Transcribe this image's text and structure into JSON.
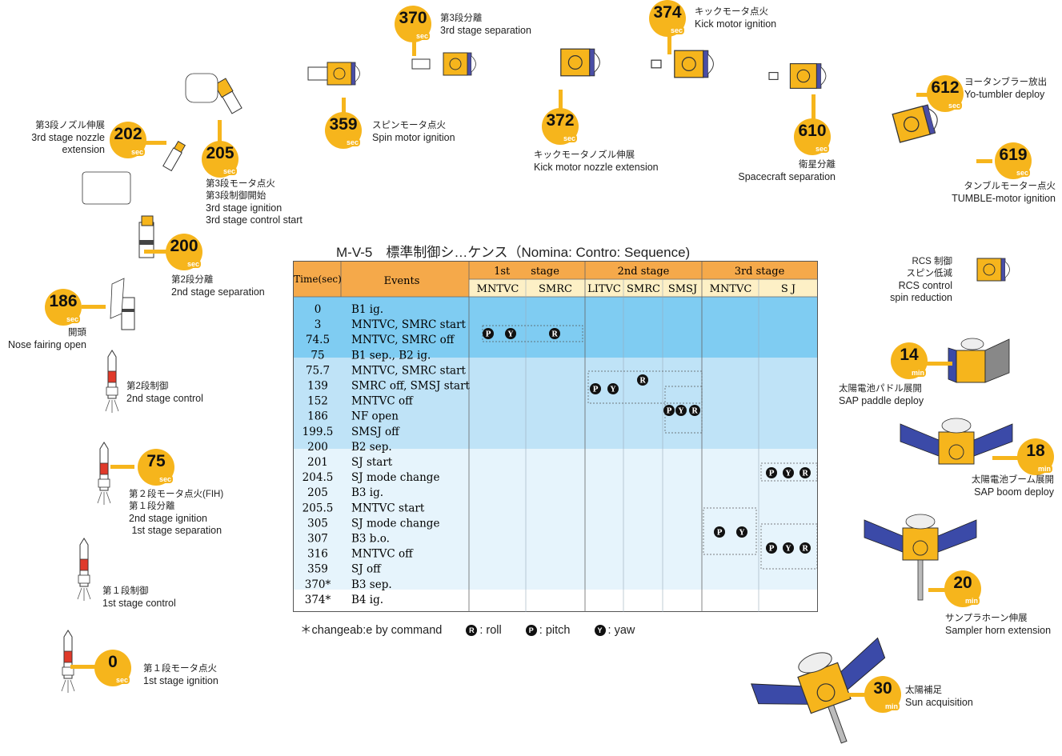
{
  "sequence_title": "M-V-5　標準制御シ…ケンス（Nomina: Contro: Sequence)",
  "table": {
    "col_time": "Time(sec)",
    "col_events": "Events",
    "stage1": "1st　　stage",
    "stage2": "2nd stage",
    "stage3": "3rd stage",
    "sub": [
      "MNTVC",
      "SMRC",
      "LITVC",
      "SMRC",
      "SMSJ",
      "MNTVC",
      "S J"
    ],
    "rows": [
      {
        "t": "0",
        "e": "B1 ig."
      },
      {
        "t": "3",
        "e": "MNTVC, SMRC start"
      },
      {
        "t": "74.5",
        "e": "MNTVC, SMRC off"
      },
      {
        "t": "75",
        "e": "B1 sep., B2 ig."
      },
      {
        "t": "75.7",
        "e": "MNTVC, SMRC start"
      },
      {
        "t": "139",
        "e": "SMRC off, SMSJ start"
      },
      {
        "t": "152",
        "e": "MNTVC off"
      },
      {
        "t": "186",
        "e": "NF open"
      },
      {
        "t": "199.5",
        "e": "SMSJ off"
      },
      {
        "t": "200",
        "e": "B2 sep."
      },
      {
        "t": "201",
        "e": "SJ start"
      },
      {
        "t": "204.5",
        "e": "SJ mode change"
      },
      {
        "t": "205",
        "e": "B3 ig."
      },
      {
        "t": "205.5",
        "e": "MNTVC start"
      },
      {
        "t": "305",
        "e": "SJ mode change"
      },
      {
        "t": "307",
        "e": "B3 b.o."
      },
      {
        "t": "316",
        "e": "MNTVC off"
      },
      {
        "t": "359",
        "e": "SJ off"
      },
      {
        "t": "370*",
        "e": "B3 sep."
      },
      {
        "t": "374*",
        "e": "B4 ig."
      }
    ],
    "sym": {
      "p": "P",
      "y": "Y",
      "r": "R"
    }
  },
  "legend": {
    "note": "＊changeab:e by command",
    "roll": ": roll",
    "pitch": ": pitch",
    "yaw": ": yaw"
  },
  "events": [
    {
      "id": "e0",
      "num": "0",
      "unit": "sec",
      "jp": "第１段モータ点火",
      "en": "1st stage ignition"
    },
    {
      "id": "e1c",
      "jp": "第１段制御",
      "en": "1st stage control"
    },
    {
      "id": "e75",
      "num": "75",
      "unit": "sec",
      "jp": "第２段モータ点火(FIH)\n第１段分離",
      "en": "2nd stage ignition\n 1st stage separation"
    },
    {
      "id": "e2c",
      "jp": "第2段制御",
      "en": "2nd stage control"
    },
    {
      "id": "e186",
      "num": "186",
      "unit": "sec",
      "jp": "開頭",
      "en": "Nose fairing open"
    },
    {
      "id": "e200",
      "num": "200",
      "unit": "sec",
      "jp": "第2段分離",
      "en": "2nd stage separation"
    },
    {
      "id": "e202",
      "num": "202",
      "unit": "sec",
      "jp": "第3段ノズル伸展",
      "en": "3rd stage nozzle\nextension"
    },
    {
      "id": "e205",
      "num": "205",
      "unit": "sec",
      "jp": "第3段モータ点火\n第3段制御開始",
      "en": "3rd stage ignition\n3rd stage control start"
    },
    {
      "id": "e359",
      "num": "359",
      "unit": "sec",
      "jp": "スピンモータ点火",
      "en": "Spin motor ignition"
    },
    {
      "id": "e370",
      "num": "370",
      "unit": "sec",
      "jp": "第3段分離",
      "en": "3rd stage separation"
    },
    {
      "id": "e372",
      "num": "372",
      "unit": "sec",
      "jp": "キックモータノズル伸展",
      "en": "Kick motor nozzle extension"
    },
    {
      "id": "e374",
      "num": "374",
      "unit": "sec",
      "jp": "キックモータ点火",
      "en": "Kick motor ignition"
    },
    {
      "id": "e610",
      "num": "610",
      "unit": "sec",
      "jp": "衛星分離",
      "en": "Spacecraft separation"
    },
    {
      "id": "e612",
      "num": "612",
      "unit": "sec",
      "jp": "ヨータンブラー放出",
      "en": "Yo-tumbler deploy"
    },
    {
      "id": "e619",
      "num": "619",
      "unit": "sec",
      "jp": "タンブルモーター点火",
      "en": "TUMBLE-motor ignition"
    },
    {
      "id": "ercs",
      "jp": "RCS 制御\nスピン低減",
      "en": "RCS control\nspin reduction"
    },
    {
      "id": "e14",
      "num": "14",
      "unit": "min",
      "jp": "太陽電池パドル展開",
      "en": "SAP paddle deploy"
    },
    {
      "id": "e18",
      "num": "18",
      "unit": "min",
      "jp": "太陽電池ブーム展開",
      "en": "SAP boom deploy"
    },
    {
      "id": "e20",
      "num": "20",
      "unit": "min",
      "jp": "サンプラホーン伸展",
      "en": "Sampler horn extension"
    },
    {
      "id": "e30",
      "num": "30",
      "unit": "min",
      "jp": "太陽補足",
      "en": "Sun acquisition"
    }
  ],
  "colors": {
    "badge": "#f6b51c",
    "header": "#f5a94a",
    "band1": "#7fccf2",
    "band2": "#bfe3f7",
    "band3": "#e6f4fc",
    "panel": "#4a4ea6"
  }
}
